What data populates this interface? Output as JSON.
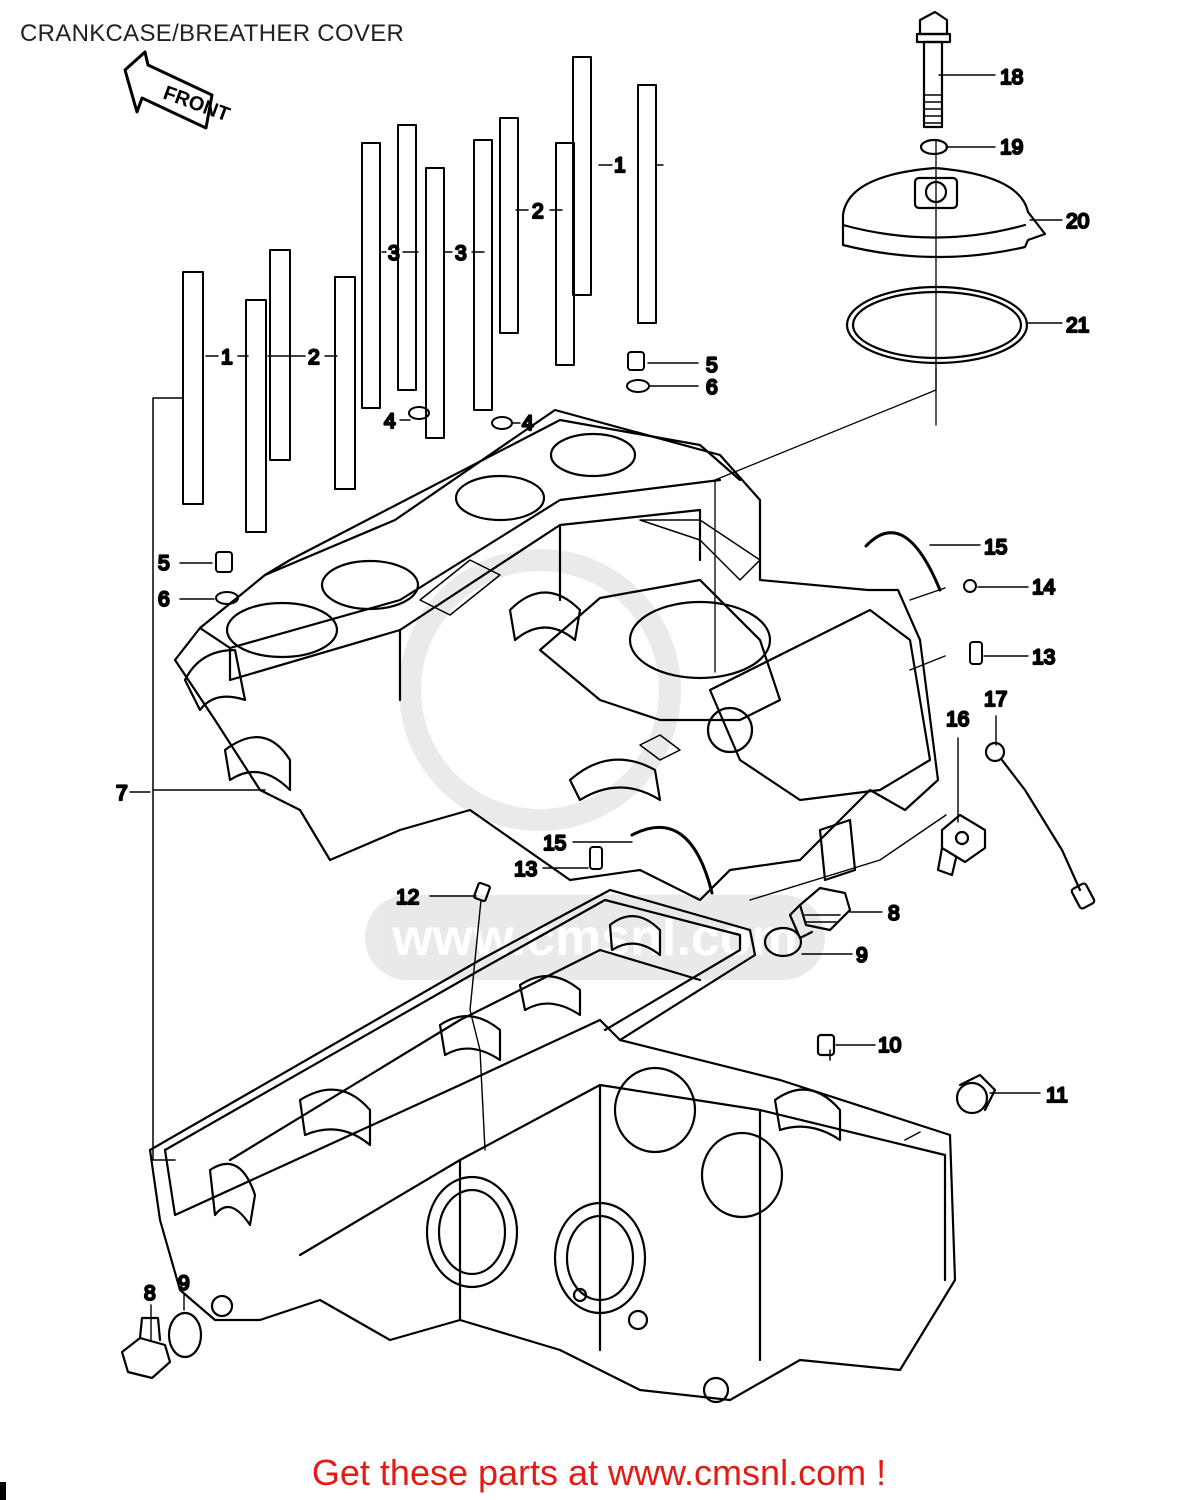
{
  "title": "CRANKCASE/BREATHER COVER",
  "front_arrow": "FRONT",
  "watermark": "www.cmsnl.com",
  "footer": "Get these parts at www.cmsnl.com !",
  "callouts": [
    {
      "id": "c18",
      "label": "18"
    },
    {
      "id": "c19",
      "label": "19"
    },
    {
      "id": "c20",
      "label": "20"
    },
    {
      "id": "c21",
      "label": "21"
    },
    {
      "id": "c1a",
      "label": "1"
    },
    {
      "id": "c2a",
      "label": "2"
    },
    {
      "id": "c3a",
      "label": "3"
    },
    {
      "id": "c3b",
      "label": "3"
    },
    {
      "id": "c1b",
      "label": "1"
    },
    {
      "id": "c2b",
      "label": "2"
    },
    {
      "id": "c5a",
      "label": "5"
    },
    {
      "id": "c6a",
      "label": "6"
    },
    {
      "id": "c4a",
      "label": "4"
    },
    {
      "id": "c4b",
      "label": "4"
    },
    {
      "id": "c5b",
      "label": "5"
    },
    {
      "id": "c6b",
      "label": "6"
    },
    {
      "id": "c15a",
      "label": "15"
    },
    {
      "id": "c14",
      "label": "14"
    },
    {
      "id": "c13a",
      "label": "13"
    },
    {
      "id": "c16",
      "label": "16"
    },
    {
      "id": "c17",
      "label": "17"
    },
    {
      "id": "c7",
      "label": "7"
    },
    {
      "id": "c13b",
      "label": "13"
    },
    {
      "id": "c15b",
      "label": "15"
    },
    {
      "id": "c12",
      "label": "12"
    },
    {
      "id": "c8a",
      "label": "8"
    },
    {
      "id": "c9a",
      "label": "9"
    },
    {
      "id": "c10",
      "label": "10"
    },
    {
      "id": "c11",
      "label": "11"
    },
    {
      "id": "c8b",
      "label": "8"
    },
    {
      "id": "c9b",
      "label": "9"
    }
  ]
}
